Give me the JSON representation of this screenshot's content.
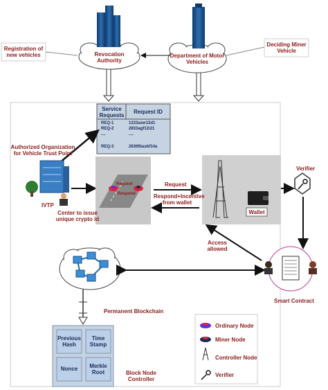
{
  "labels": {
    "registration": "Registration of new vehicles",
    "revocation": "Revocation Authority",
    "dmv": "Department of Motor Vehicles",
    "deciding": "Deciding Miner Vehicle",
    "authorized": "Authorized Organization for Vehicle Trust Point",
    "ivtp": "IVTP",
    "center": "Center to issue unique crypto id",
    "request": "Request",
    "respond": "Respond+Incentive from wallet",
    "wallet": "Wallet",
    "verifier": "Verifier",
    "access": "Access allowed",
    "smart_contract": "Smart Contract",
    "permanent": "Permanent Blockchain",
    "block_node": "Block Node Controller",
    "node_tag_request": "Request",
    "node_tag_respond": "Respond"
  },
  "service_table": {
    "headers": [
      "Service Requests",
      "Request ID"
    ],
    "rows": [
      [
        "REQ-1",
        "1233asw12d1"
      ],
      [
        "REQ-2",
        "2833agf12i21"
      ],
      [
        "....",
        "...."
      ],
      [
        "REQ-3",
        "2636fbasbf14a"
      ]
    ]
  },
  "block_fields": [
    "Previous Hash",
    "Time Stamp",
    "Nonce",
    "Merkle Root"
  ],
  "legend": [
    {
      "icon": "ordinary-node-icon",
      "label": "Ordinary Node"
    },
    {
      "icon": "miner-node-icon",
      "label": "Miner Node"
    },
    {
      "icon": "controller-node-icon",
      "label": "Controller Node"
    },
    {
      "icon": "verifier-key-icon",
      "label": "Verifier"
    }
  ],
  "colors": {
    "label_red": "#8b1a1a",
    "box_navy": "#1b2a55",
    "panel_grey": "#c8c8c8",
    "block_blue": "#b9cfe8",
    "node_blue": "#3a8fd6"
  }
}
